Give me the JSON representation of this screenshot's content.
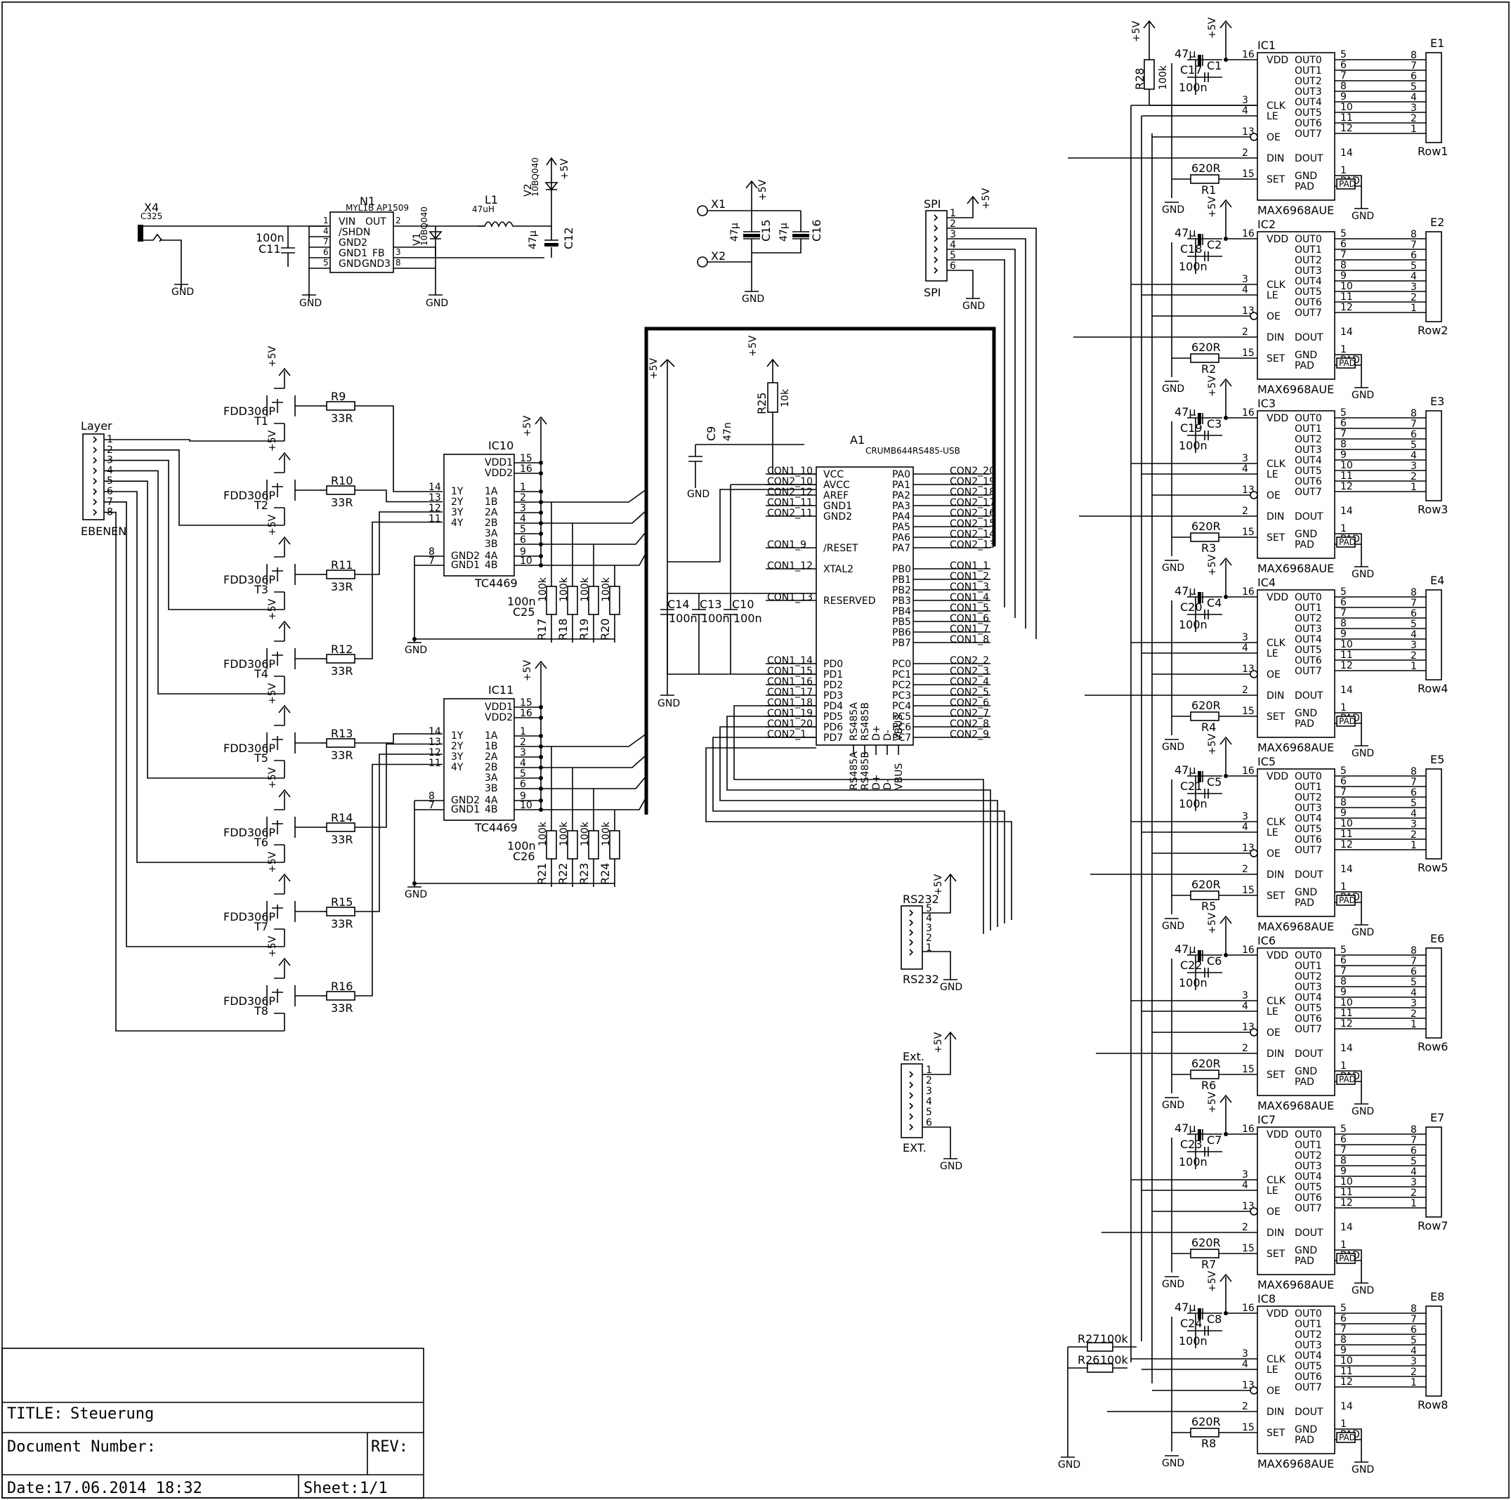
{
  "title_block": {
    "title_label": "TITLE:",
    "title_value": "Steuerung",
    "doc_label": "Document Number:",
    "rev_label": "REV:",
    "date_label": "Date:",
    "date_value": "17.06.2014 18:32",
    "sheet_label": "Sheet:",
    "sheet_value": "1/1"
  },
  "power": {
    "x4": {
      "ref": "X4",
      "value": "C325"
    },
    "c11": {
      "ref": "C11",
      "value": "100n"
    },
    "n1": {
      "ref": "N1",
      "value": "MYL1B AP1509",
      "pins_left": [
        "VIN",
        "/SHDN",
        "GND2",
        "GND1",
        "GND"
      ],
      "pins_right": [
        "OUT",
        "FB",
        "GND3"
      ]
    },
    "v1": {
      "ref": "V1",
      "value": "10BQ040"
    },
    "v2": {
      "ref": "V2",
      "value": "10BQ040"
    },
    "l1": {
      "ref": "L1",
      "value": "47uH"
    },
    "c12": {
      "ref": "C12",
      "value": "47µ"
    },
    "x1": "X1",
    "x2": "X2",
    "c15": {
      "ref": "C15",
      "value": "47µ"
    },
    "c16": {
      "ref": "C16",
      "value": "47µ"
    }
  },
  "labels": {
    "gnd": "GND",
    "vcc": "+5V"
  },
  "connectors": {
    "layer": {
      "ref": "Layer",
      "value": "EBENEN",
      "pins": [
        "1",
        "2",
        "3",
        "4",
        "5",
        "6",
        "7",
        "8"
      ]
    },
    "spi": {
      "ref": "SPI",
      "value": "SPI",
      "pins": [
        "1",
        "2",
        "3",
        "4",
        "5",
        "6"
      ]
    },
    "rs232": {
      "ref": "RS232",
      "value": "RS232",
      "pins": [
        "5",
        "4",
        "3",
        "2",
        "1"
      ]
    },
    "ext": {
      "ref": "Ext.",
      "value": "EXT.",
      "pins": [
        "1",
        "2",
        "3",
        "4",
        "5",
        "6"
      ]
    }
  },
  "mosfets": [
    {
      "ref": "T1",
      "value": "FDD306P",
      "res": "R9",
      "rval": "33R"
    },
    {
      "ref": "T2",
      "value": "FDD306P",
      "res": "R10",
      "rval": "33R"
    },
    {
      "ref": "T3",
      "value": "FDD306P",
      "res": "R11",
      "rval": "33R"
    },
    {
      "ref": "T4",
      "value": "FDD306P",
      "res": "R12",
      "rval": "33R"
    },
    {
      "ref": "T5",
      "value": "FDD306P",
      "res": "R13",
      "rval": "33R"
    },
    {
      "ref": "T6",
      "value": "FDD306P",
      "res": "R14",
      "rval": "33R"
    },
    {
      "ref": "T7",
      "value": "FDD306P",
      "res": "R15",
      "rval": "33R"
    },
    {
      "ref": "T8",
      "value": "FDD306P",
      "res": "R16",
      "rval": "33R"
    }
  ],
  "drivers": [
    {
      "ref": "IC10",
      "value": "TC4469",
      "cap": "C25",
      "capval": "100n",
      "resistors": [
        "R17",
        "R18",
        "R19",
        "R20"
      ],
      "rval": "100k"
    },
    {
      "ref": "IC11",
      "value": "TC4469",
      "cap": "C26",
      "capval": "100n",
      "resistors": [
        "R21",
        "R22",
        "R23",
        "R24"
      ],
      "rval": "100k"
    }
  ],
  "driver_pins": {
    "left": [
      "1Y",
      "2Y",
      "3Y",
      "4Y",
      "GND2",
      "GND1"
    ],
    "left_nums": [
      "14",
      "13",
      "12",
      "11",
      "8",
      "7"
    ],
    "right": [
      "VDD1",
      "VDD2",
      "1A",
      "1B",
      "2A",
      "2B",
      "3A",
      "3B",
      "4A",
      "4B"
    ],
    "right_nums": [
      "15",
      "16",
      "1",
      "2",
      "3",
      "4",
      "5",
      "6",
      "9",
      "10"
    ]
  },
  "mcu": {
    "ref": "A1",
    "value": "CRUMB644RS485-USB",
    "r25": {
      "ref": "R25",
      "value": "10k"
    },
    "c9": {
      "ref": "C9",
      "value": "47n"
    },
    "caps": [
      {
        "ref": "C14",
        "value": "100n"
      },
      {
        "ref": "C13",
        "value": "100n"
      },
      {
        "ref": "C10",
        "value": "100n"
      }
    ],
    "left_pins": [
      "VCC",
      "AVCC",
      "AREF",
      "GND1",
      "GND2",
      "/RESET",
      "XTAL2",
      "RESERVED",
      "PD0",
      "PD1",
      "PD2",
      "PD3",
      "PD4",
      "PD5",
      "PD6",
      "PD7"
    ],
    "left_cons": [
      "CON1_10",
      "CON2_10",
      "CON2_12",
      "CON1_11",
      "CON2_11",
      "CON1_9",
      "CON1_12",
      "CON1_13",
      "CON1_14",
      "CON1_15",
      "CON1_16",
      "CON1_17",
      "CON1_18",
      "CON1_19",
      "CON1_20",
      "CON2_1"
    ],
    "right_pins": [
      "PA0",
      "PA1",
      "PA2",
      "PA3",
      "PA4",
      "PA5",
      "PA6",
      "PA7",
      "PB0",
      "PB1",
      "PB2",
      "PB3",
      "PB4",
      "PB5",
      "PB6",
      "PB7",
      "PC0",
      "PC1",
      "PC2",
      "PC3",
      "PC4",
      "PC5",
      "PC6",
      "PC7"
    ],
    "right_cons": [
      "CON2_20",
      "CON2_19",
      "CON2_18",
      "CON2_17",
      "CON2_16",
      "CON2_15",
      "CON2_14",
      "CON2_13",
      "CON1_1",
      "CON1_2",
      "CON1_3",
      "CON1_4",
      "CON1_5",
      "CON1_6",
      "CON1_7",
      "CON1_8",
      "CON2_2",
      "CON2_3",
      "CON2_4",
      "CON2_5",
      "CON2_6",
      "CON2_7",
      "CON2_8",
      "CON2_9"
    ],
    "bottom_pins": [
      "RS485A",
      "RS485B",
      "D+",
      "D-",
      "VBUS"
    ]
  },
  "max_chips": [
    {
      "ref": "IC1",
      "value": "MAX6968AUE",
      "c47": "C1",
      "c100": "C17",
      "res": "R1",
      "row": "E1",
      "row_label": "Row1"
    },
    {
      "ref": "IC2",
      "value": "MAX6968AUE",
      "c47": "C2",
      "c100": "C18",
      "res": "R2",
      "row": "E2",
      "row_label": "Row2"
    },
    {
      "ref": "IC3",
      "value": "MAX6968AUE",
      "c47": "C3",
      "c100": "C19",
      "res": "R3",
      "row": "E3",
      "row_label": "Row3"
    },
    {
      "ref": "IC4",
      "value": "MAX6968AUE",
      "c47": "C4",
      "c100": "C20",
      "res": "R4",
      "row": "E4",
      "row_label": "Row4"
    },
    {
      "ref": "IC5",
      "value": "MAX6968AUE",
      "c47": "C5",
      "c100": "C21",
      "res": "R5",
      "row": "E5",
      "row_label": "Row5"
    },
    {
      "ref": "IC6",
      "value": "MAX6968AUE",
      "c47": "C6",
      "c100": "C22",
      "res": "R6",
      "row": "E6",
      "row_label": "Row6"
    },
    {
      "ref": "IC7",
      "value": "MAX6968AUE",
      "c47": "C7",
      "c100": "C23",
      "res": "R7",
      "row": "E7",
      "row_label": "Row7"
    },
    {
      "ref": "IC8",
      "value": "MAX6968AUE",
      "c47": "C8",
      "c100": "C24",
      "res": "R8",
      "row": "E8",
      "row_label": "Row8"
    }
  ],
  "max_pins": {
    "left": [
      "VDD",
      "CLK",
      "LE",
      "OE",
      "DIN",
      "SET"
    ],
    "left_nums": [
      "16",
      "3",
      "4",
      "13",
      "2",
      "15"
    ],
    "right": [
      "OUT0",
      "OUT1",
      "OUT2",
      "OUT3",
      "OUT4",
      "OUT5",
      "OUT6",
      "OUT7",
      "DOUT",
      "GND",
      "PAD"
    ],
    "right_nums": [
      "5",
      "6",
      "7",
      "8",
      "9",
      "10",
      "11",
      "12",
      "14",
      "1",
      "PAD"
    ],
    "row_nums": [
      "8",
      "7",
      "6",
      "5",
      "4",
      "3",
      "2",
      "1"
    ],
    "c47_value": "47µ",
    "c100_value": "100n",
    "rset_value": "620R"
  },
  "pullups": {
    "r28": {
      "ref": "R28",
      "value": "100k"
    },
    "r27": {
      "ref": "R27",
      "value": "100k"
    },
    "r26": {
      "ref": "R26",
      "value": "100k"
    }
  }
}
